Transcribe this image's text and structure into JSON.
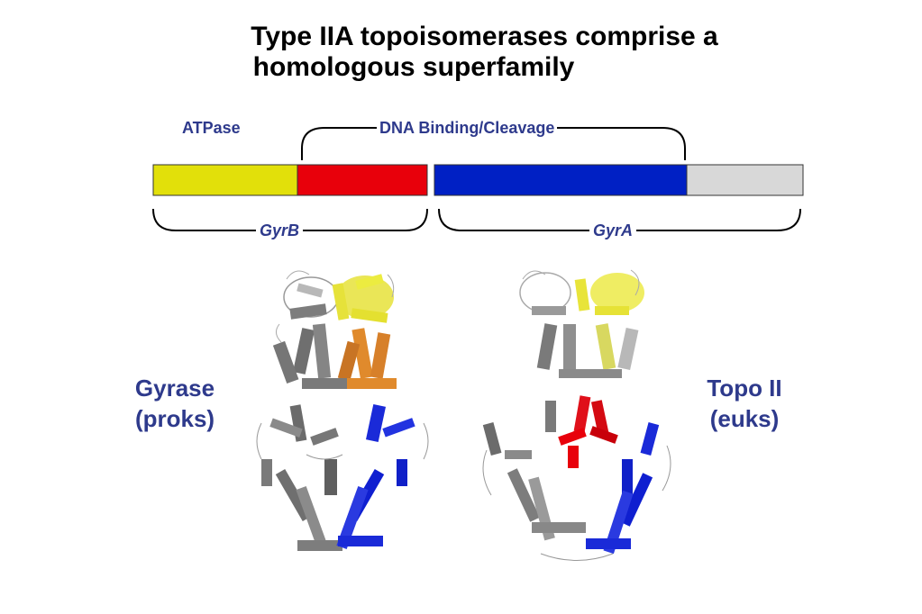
{
  "title": {
    "line1": "Type IIA topoisomerases comprise a",
    "line2": "homologous superfamily"
  },
  "domain_labels": {
    "atpase": "ATPase",
    "dna_binding": "DNA Binding/Cleavage"
  },
  "subunit_labels": {
    "gyrb": "GyrB",
    "gyra": "GyrA"
  },
  "side_labels": {
    "left_line1": "Gyrase",
    "left_line2": "(proks)",
    "right_line1": "Topo II",
    "right_line2": "(euks)"
  },
  "colors": {
    "atpase_yellow": "#e2e00a",
    "toprim_red": "#e8000b",
    "gyra_blue": "#0020c4",
    "ctd_gray": "#d8d8d8",
    "label_blue": "#2e3a8c",
    "structure_gray": "#808080",
    "structure_orange": "#e08a2c"
  }
}
